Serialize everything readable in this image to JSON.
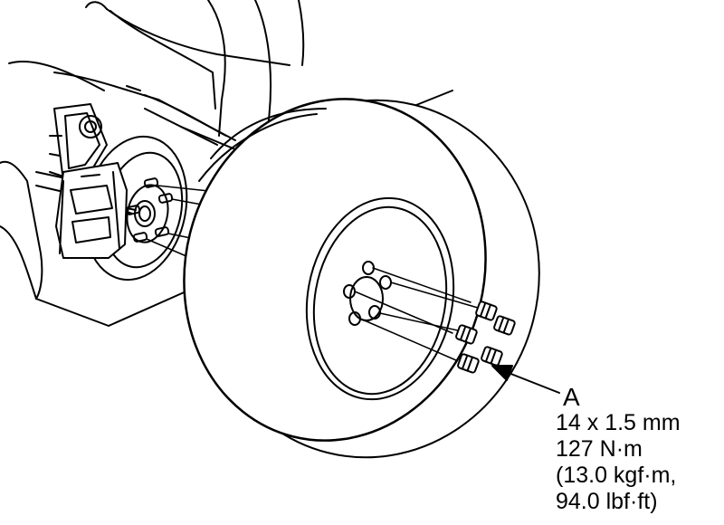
{
  "callout": {
    "letter": "A",
    "size": "14 x 1.5 mm",
    "torque_nm": "127 N·m",
    "torque_kgf": "(13.0 kgf·m,",
    "torque_lbf": "94.0 lbf·ft)"
  },
  "colors": {
    "line": "#000000",
    "fill": "#ffffff"
  },
  "icons": [
    "wheel-nut-icon",
    "arrow-icon"
  ]
}
